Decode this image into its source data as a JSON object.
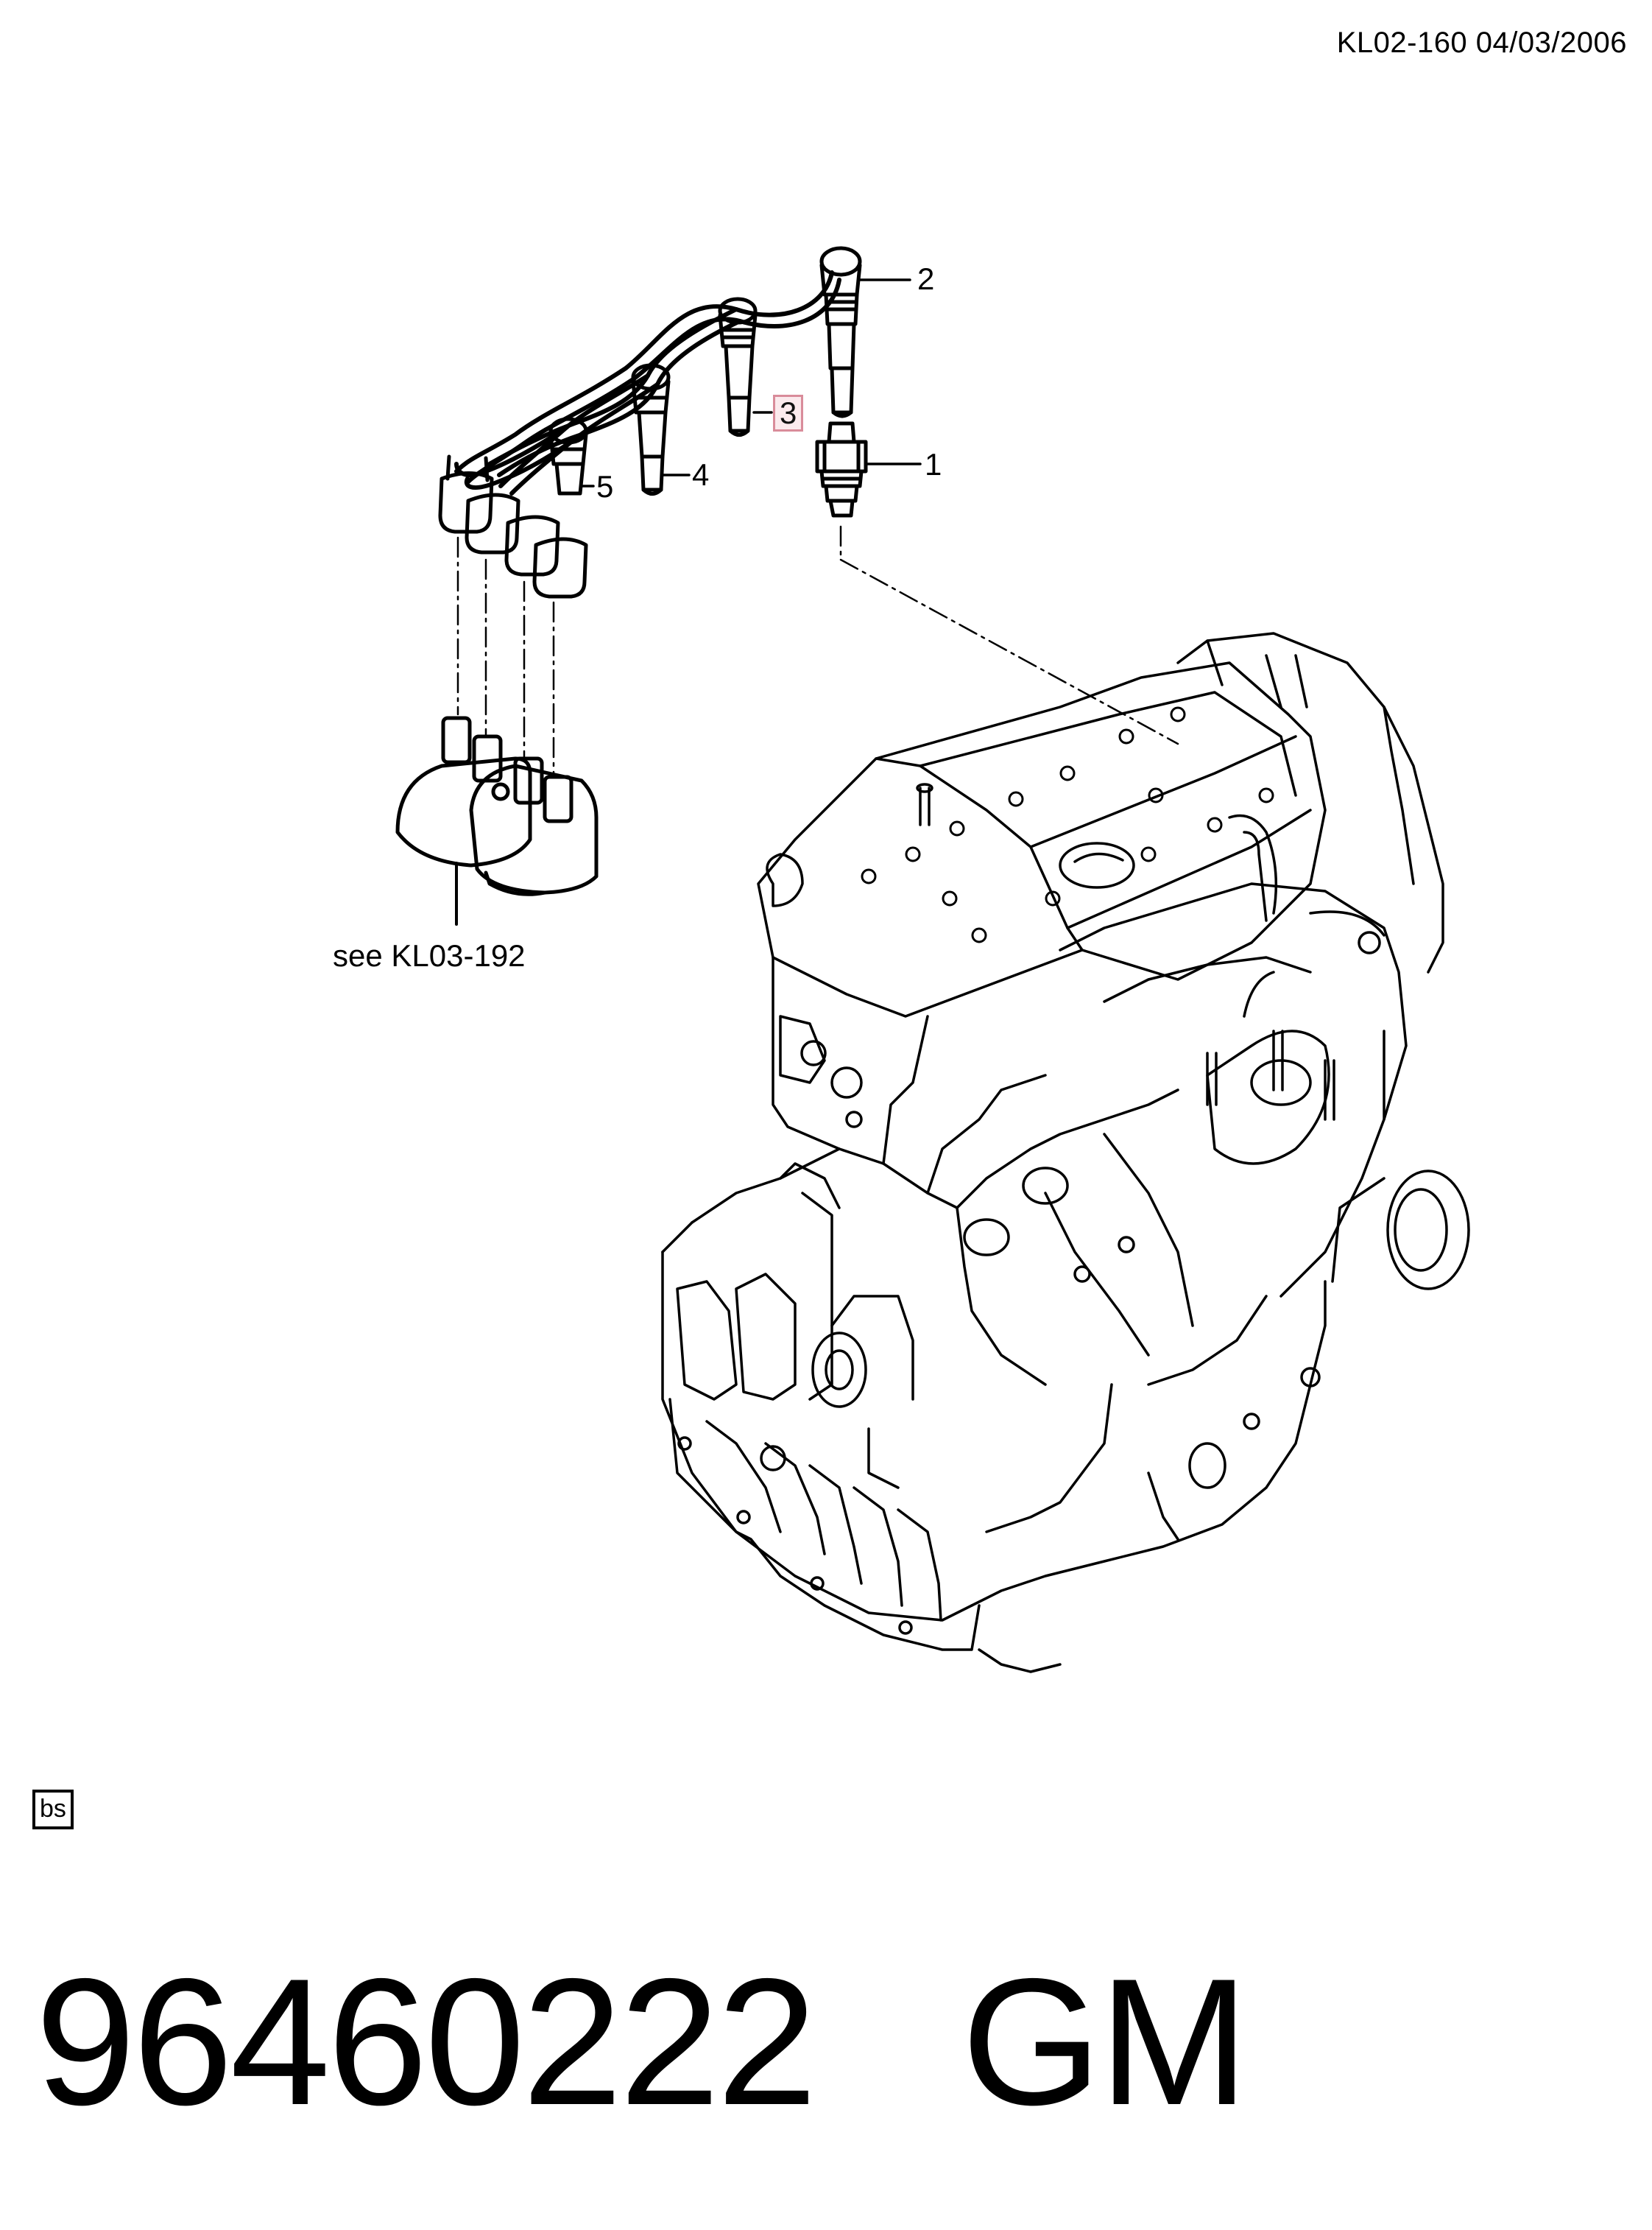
{
  "header": {
    "doc_reference": "KL02-160 04/03/2006"
  },
  "callouts": [
    {
      "id": "1",
      "label": "1",
      "part": "spark-plug"
    },
    {
      "id": "2",
      "label": "2",
      "part": "ignition-wire-1"
    },
    {
      "id": "3",
      "label": "3",
      "part": "ignition-wire-2",
      "highlighted": true
    },
    {
      "id": "4",
      "label": "4",
      "part": "ignition-wire-3"
    },
    {
      "id": "5",
      "label": "5",
      "part": "ignition-wire-4"
    }
  ],
  "cross_reference": {
    "text": "see KL03-192"
  },
  "badge": {
    "text": "bs"
  },
  "footer": {
    "part_number": "96460222",
    "brand": "GM"
  },
  "colors": {
    "line": "#000000",
    "highlight_border": "#d98c9a",
    "highlight_fill": "#fbeaed",
    "background": "#ffffff"
  }
}
